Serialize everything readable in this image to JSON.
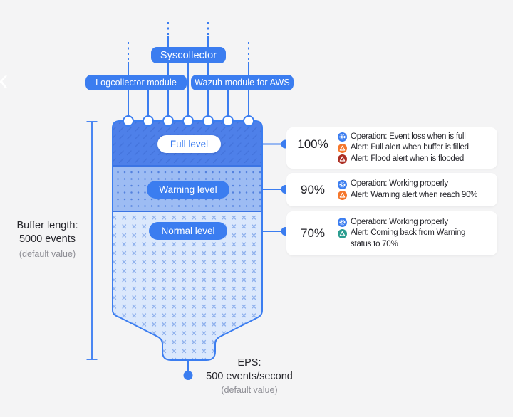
{
  "colors": {
    "primary_blue": "#3b7df0",
    "full_section_fill": "#4e80e9",
    "warning_section_fill": "#9dbcf3",
    "normal_section_fill": "#dbe8fc",
    "background": "#f4f4f5",
    "card_background": "#ffffff",
    "operation_icon": "#3b7df0",
    "alert_warning_icon": "#f5772c",
    "alert_flood_icon": "#ac2e23",
    "alert_recovery_icon": "#2b9d90",
    "text_dark": "#26262c",
    "text_gray": "#8e8e95"
  },
  "sources": {
    "syscollector": "Syscollector",
    "logcollector": "Logcollector module",
    "wazuh_aws": "Wazuh module for AWS"
  },
  "buffer": {
    "levels": [
      {
        "label": "Full level"
      },
      {
        "label": "Warning level"
      },
      {
        "label": "Normal level"
      }
    ],
    "length": {
      "line1": "Buffer length:",
      "line2": "5000 events",
      "note": "(default value)"
    },
    "eps": {
      "line1": "EPS:",
      "line2": "500 events/second",
      "note": "(default value)"
    }
  },
  "annotations": [
    {
      "percent": "100%",
      "items": [
        {
          "icon": "operation-icon",
          "text": "Operation: Event loss when is full"
        },
        {
          "icon": "alert-warning-icon",
          "text": "Alert: Full alert when buffer is filled"
        },
        {
          "icon": "alert-flood-icon",
          "text": "Alert: Flood alert when is flooded"
        }
      ]
    },
    {
      "percent": "90%",
      "items": [
        {
          "icon": "operation-icon",
          "text": "Operation: Working properly"
        },
        {
          "icon": "alert-warning-icon",
          "text": "Alert: Warning alert when reach 90%"
        }
      ]
    },
    {
      "percent": "70%",
      "items": [
        {
          "icon": "operation-icon",
          "text": "Operation: Working properly"
        },
        {
          "icon": "alert-recovery-icon",
          "text": "Alert: Coming back from Warning status to 70%"
        }
      ]
    }
  ],
  "watermark": "k"
}
